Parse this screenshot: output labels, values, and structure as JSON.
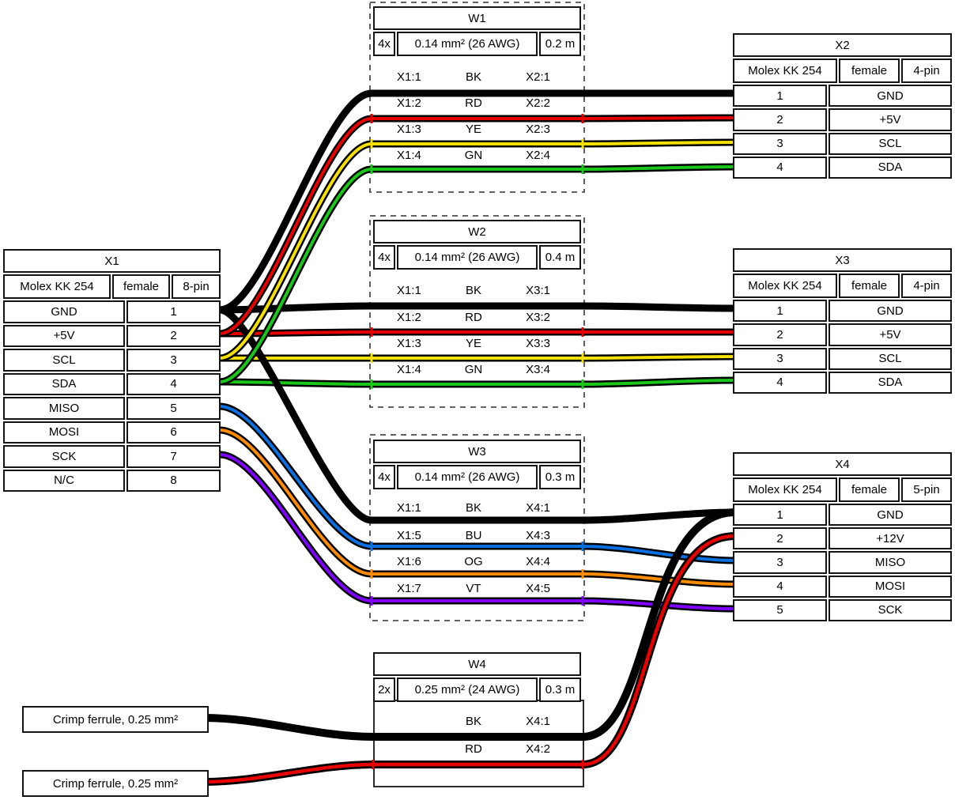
{
  "connectors": {
    "x1": {
      "title": "X1",
      "type": "Molex KK 254",
      "gender": "female",
      "pincount": "8-pin",
      "rows": [
        [
          "GND",
          "1"
        ],
        [
          "+5V",
          "2"
        ],
        [
          "SCL",
          "3"
        ],
        [
          "SDA",
          "4"
        ],
        [
          "MISO",
          "5"
        ],
        [
          "MOSI",
          "6"
        ],
        [
          "SCK",
          "7"
        ],
        [
          "N/C",
          "8"
        ]
      ]
    },
    "x2": {
      "title": "X2",
      "type": "Molex KK 254",
      "gender": "female",
      "pincount": "4-pin",
      "rows": [
        [
          "1",
          "GND"
        ],
        [
          "2",
          "+5V"
        ],
        [
          "3",
          "SCL"
        ],
        [
          "4",
          "SDA"
        ]
      ]
    },
    "x3": {
      "title": "X3",
      "type": "Molex KK 254",
      "gender": "female",
      "pincount": "4-pin",
      "rows": [
        [
          "1",
          "GND"
        ],
        [
          "2",
          "+5V"
        ],
        [
          "3",
          "SCL"
        ],
        [
          "4",
          "SDA"
        ]
      ]
    },
    "x4": {
      "title": "X4",
      "type": "Molex KK 254",
      "gender": "female",
      "pincount": "5-pin",
      "rows": [
        [
          "1",
          "GND"
        ],
        [
          "2",
          "+12V"
        ],
        [
          "3",
          "MISO"
        ],
        [
          "4",
          "MOSI"
        ],
        [
          "5",
          "SCK"
        ]
      ]
    }
  },
  "cables": {
    "w1": {
      "title": "W1",
      "count": "4x",
      "gauge": "0.14 mm² (26 AWG)",
      "length": "0.2 m",
      "wires": [
        {
          "from": "X1:1",
          "code": "BK",
          "to": "X2:1"
        },
        {
          "from": "X1:2",
          "code": "RD",
          "to": "X2:2"
        },
        {
          "from": "X1:3",
          "code": "YE",
          "to": "X2:3"
        },
        {
          "from": "X1:4",
          "code": "GN",
          "to": "X2:4"
        }
      ]
    },
    "w2": {
      "title": "W2",
      "count": "4x",
      "gauge": "0.14 mm² (26 AWG)",
      "length": "0.4 m",
      "wires": [
        {
          "from": "X1:1",
          "code": "BK",
          "to": "X3:1"
        },
        {
          "from": "X1:2",
          "code": "RD",
          "to": "X3:2"
        },
        {
          "from": "X1:3",
          "code": "YE",
          "to": "X3:3"
        },
        {
          "from": "X1:4",
          "code": "GN",
          "to": "X3:4"
        }
      ]
    },
    "w3": {
      "title": "W3",
      "count": "4x",
      "gauge": "0.14 mm² (26 AWG)",
      "length": "0.3 m",
      "wires": [
        {
          "from": "X1:1",
          "code": "BK",
          "to": "X4:1"
        },
        {
          "from": "X1:5",
          "code": "BU",
          "to": "X4:3"
        },
        {
          "from": "X1:6",
          "code": "OG",
          "to": "X4:4"
        },
        {
          "from": "X1:7",
          "code": "VT",
          "to": "X4:5"
        }
      ]
    },
    "w4": {
      "title": "W4",
      "count": "2x",
      "gauge": "0.25 mm² (24 AWG)",
      "length": "0.3 m",
      "wires": [
        {
          "from": "",
          "code": "BK",
          "to": "X4:1"
        },
        {
          "from": "",
          "code": "RD",
          "to": "X4:2"
        }
      ]
    }
  },
  "ferrules": [
    {
      "label": "Crimp ferrule, 0.25 mm²"
    },
    {
      "label": "Crimp ferrule, 0.25 mm²"
    }
  ],
  "colors": {
    "BK": "#000000",
    "RD": "#e60000",
    "YE": "#f5e000",
    "GN": "#19c619",
    "BU": "#0a6fe0",
    "OG": "#ff8c00",
    "VT": "#8000ff"
  }
}
